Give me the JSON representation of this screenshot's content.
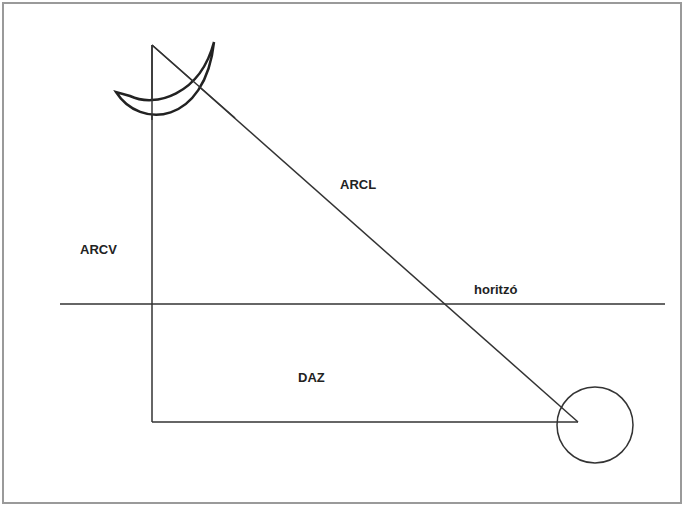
{
  "diagram": {
    "labels": [
      "ARCV",
      "ARCL",
      "horitzó",
      "DAZ"
    ]
  }
}
